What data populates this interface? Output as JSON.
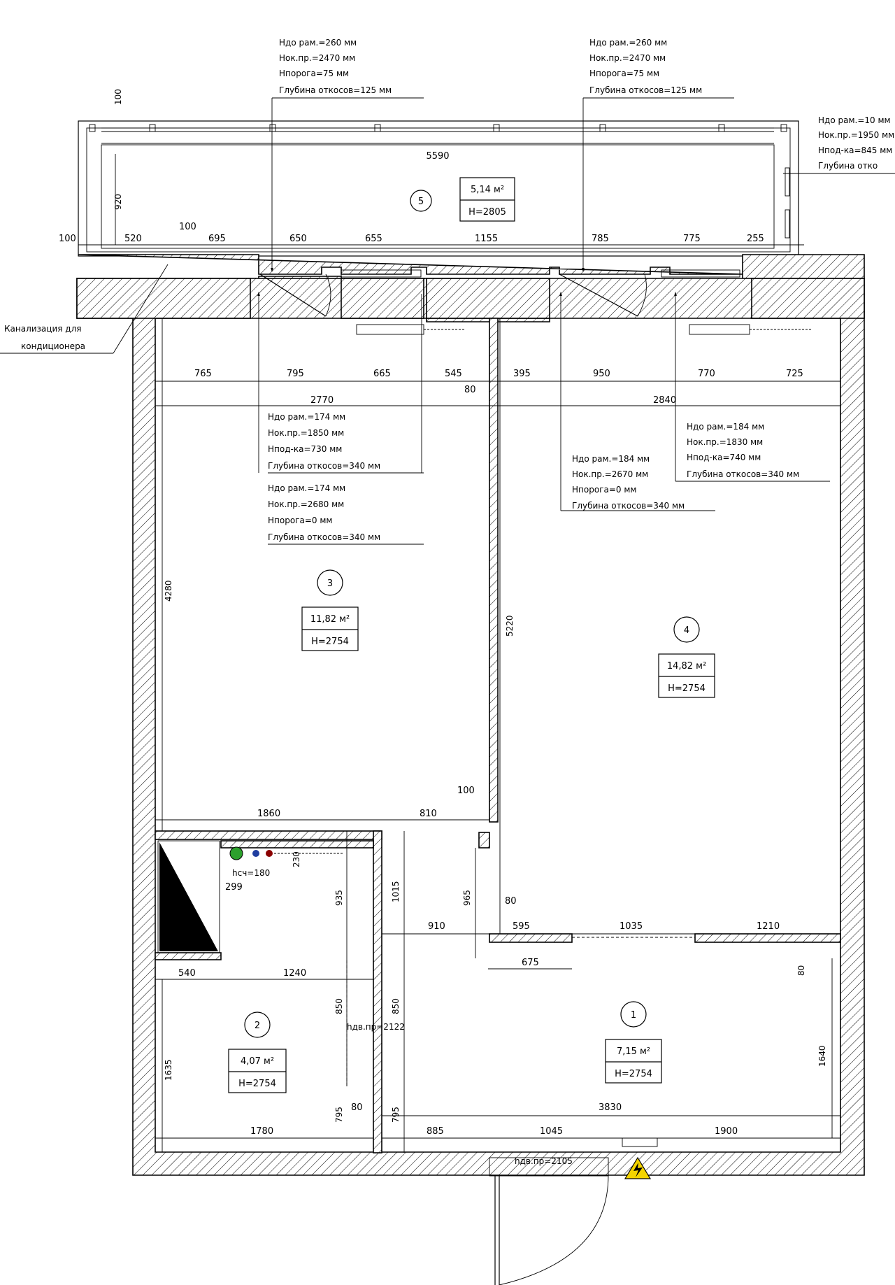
{
  "rooms": [
    {
      "num": "1",
      "area": "7,15 м²",
      "height": "H=2754"
    },
    {
      "num": "2",
      "area": "4,07 м²",
      "height": "H=2754"
    },
    {
      "num": "3",
      "area": "11,82 м²",
      "height": "H=2754"
    },
    {
      "num": "4",
      "area": "14,82 м²",
      "height": "H=2754"
    },
    {
      "num": "5",
      "area": "5,14 м²",
      "height": "H=2805"
    }
  ],
  "dims": {
    "d5590": "5590",
    "d100a": "100",
    "d920": "920",
    "d100b": "100",
    "d520": "520",
    "d100c": "100",
    "d695": "695",
    "d650": "650",
    "d655": "655",
    "d1155": "1155",
    "d785": "785",
    "d775": "775",
    "d255": "255",
    "d765": "765",
    "d795a": "795",
    "d665": "665",
    "d545": "545",
    "d395": "395",
    "d950": "950",
    "d770": "770",
    "d725": "725",
    "d80a": "80",
    "d2770": "2770",
    "d2840": "2840",
    "d4280": "4280",
    "d5220": "5220",
    "d1860": "1860",
    "d810": "810",
    "d100d": "100",
    "d230": "230",
    "d299": "299",
    "d935": "935",
    "d1015": "1015",
    "d965": "965",
    "d80b": "80",
    "d910": "910",
    "d595": "595",
    "d1035": "1035",
    "d1210": "1210",
    "d675": "675",
    "d80c": "80",
    "d540": "540",
    "d1240": "1240",
    "d850a": "850",
    "d850b": "850",
    "d1635": "1635",
    "d1640": "1640",
    "d795b": "795",
    "d795c": "795",
    "d80d": "80",
    "d3830": "3830",
    "d1780": "1780",
    "d885": "885",
    "d1045": "1045",
    "d1900": "1900",
    "hcv": "hсч=180",
    "hdv1": "hдв.пр=2122",
    "hdv2": "hдв.пр=2105"
  },
  "notes": {
    "n1": [
      "Hдо рам.=260 мм",
      "Hок.пр.=2470 мм",
      "Hпорога=75 мм",
      "Глубина откосов=125 мм"
    ],
    "n2": [
      "Hдо рам.=260 мм",
      "Hок.пр.=2470 мм",
      "Hпорога=75 мм",
      "Глубина откосов=125 мм"
    ],
    "n3": [
      "Hдо рам.=10 мм",
      "Hок.пр.=1950 мм",
      "Hпод-ка=845 мм",
      "Глубина отко"
    ],
    "n4": [
      "Hдо рам.=174 мм",
      "Hок.пр.=1850 мм",
      "Hпод-ка=730 мм",
      "Глубина откосов=340 мм"
    ],
    "n5": [
      "Hдо рам.=174 мм",
      "Hок.пр.=2680 мм",
      "Hпорога=0 мм",
      "Глубина откосов=340 мм"
    ],
    "n6": [
      "Hдо рам.=184 мм",
      "Hок.пр.=2670 мм",
      "Hпорога=0 мм",
      "Глубина откосов=340 мм"
    ],
    "n7": [
      "Hдо рам.=184 мм",
      "Hок.пр.=1830 мм",
      "Hпод-ка=740 мм",
      "Глубина откосов=340 мм"
    ]
  },
  "callout_drain": [
    "Канализация для",
    "кондиционера"
  ]
}
